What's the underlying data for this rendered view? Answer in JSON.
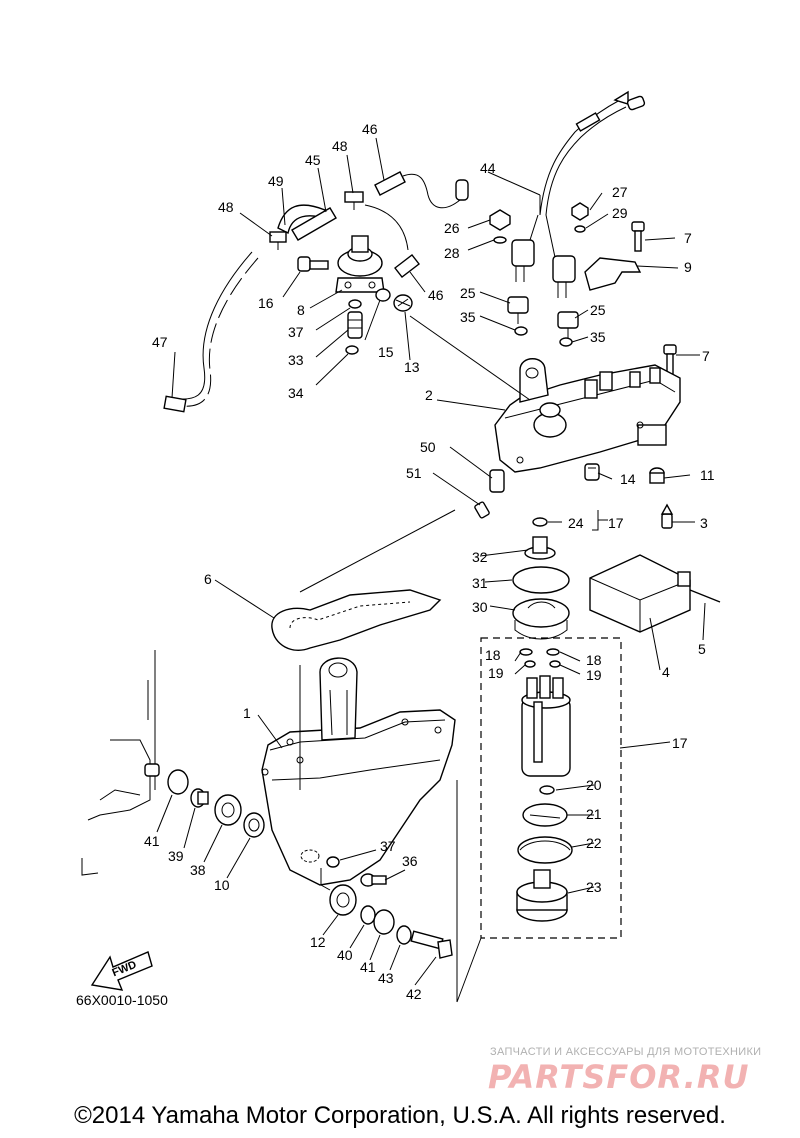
{
  "diagram": {
    "code": "66X0010-1050",
    "fwd_label": "FWD",
    "callouts": [
      "1",
      "2",
      "3",
      "4",
      "5",
      "6",
      "7",
      "7",
      "8",
      "9",
      "10",
      "11",
      "12",
      "13",
      "14",
      "15",
      "16",
      "17",
      "17",
      "18",
      "18",
      "19",
      "19",
      "20",
      "21",
      "22",
      "23",
      "24",
      "25",
      "25",
      "26",
      "27",
      "28",
      "29",
      "30",
      "31",
      "32",
      "33",
      "34",
      "35",
      "35",
      "36",
      "37",
      "37",
      "38",
      "39",
      "40",
      "41",
      "41",
      "42",
      "43",
      "44",
      "45",
      "46",
      "46",
      "47",
      "48",
      "48",
      "49",
      "50",
      "51"
    ]
  },
  "watermark": {
    "subtitle": "ЗАПЧАСТИ И АКСЕССУАРЫ ДЛЯ МОТОТЕХНИКИ",
    "logo": "PARTSFOR.RU"
  },
  "footer": {
    "copyright": "©2014 Yamaha Motor Corporation, U.S.A. All rights reserved."
  }
}
